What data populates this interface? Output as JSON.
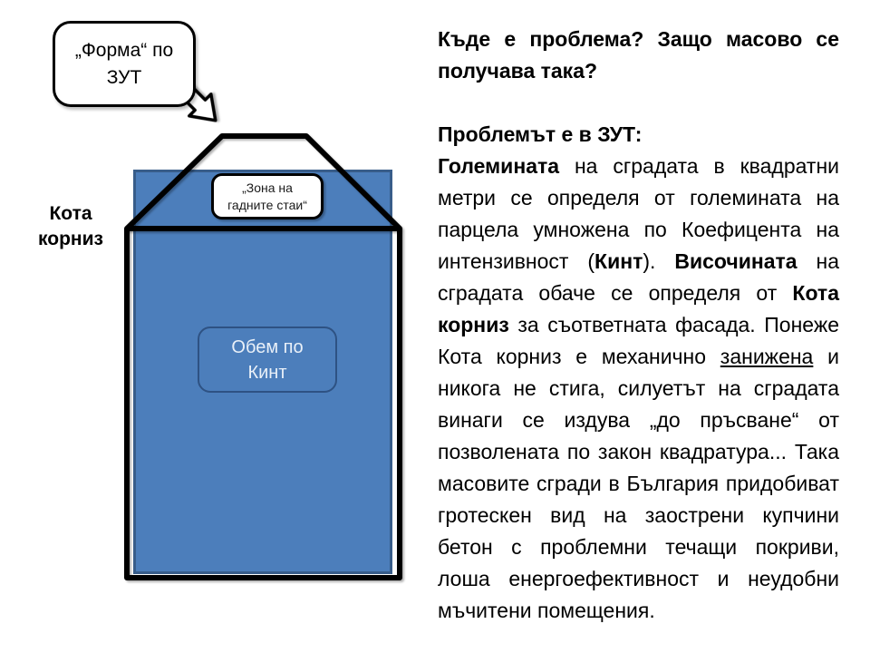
{
  "diagram": {
    "bubble_label": "„Форма“ по ЗУТ",
    "kota_korniz_label": "Кота корниз",
    "zone_label": "„Зона на гадните стаи“",
    "volume_label": "Обем по Кинт",
    "colors": {
      "building_fill": "#4C7EBB",
      "building_border": "#385D8A",
      "outline": "#000000",
      "volume_box_border": "#2E5283",
      "volume_box_text": "#E9F0F8"
    }
  },
  "article": {
    "heading": "Къде е проблема? Защо масово се получава така?",
    "subheading": "Проблемът е в ЗУТ:",
    "body_segments": [
      {
        "t": "Големината",
        "b": true
      },
      {
        "t": " на сградата в квадратни метри се определя от големината на парцела умножена по Коефицента на интензивност ("
      },
      {
        "t": "Кинт",
        "b": true
      },
      {
        "t": "). "
      },
      {
        "t": "Височината",
        "b": true
      },
      {
        "t": " на сградата обаче се определя от "
      },
      {
        "t": "Кота корниз",
        "b": true
      },
      {
        "t": " за съответната фасада. Понеже Кота корниз е механично "
      },
      {
        "t": "занижена",
        "u": true
      },
      {
        "t": " и никога не стига, силуетът на сградата винаги се издува „до пръсване“ от позволената по закон квадратура... Така масовите сгради в България придобиват гротескен вид на заострени купчини бетон с проблемни течащи покриви, лоша енергоефективност и неудобни мъчитени помещения."
      }
    ]
  }
}
